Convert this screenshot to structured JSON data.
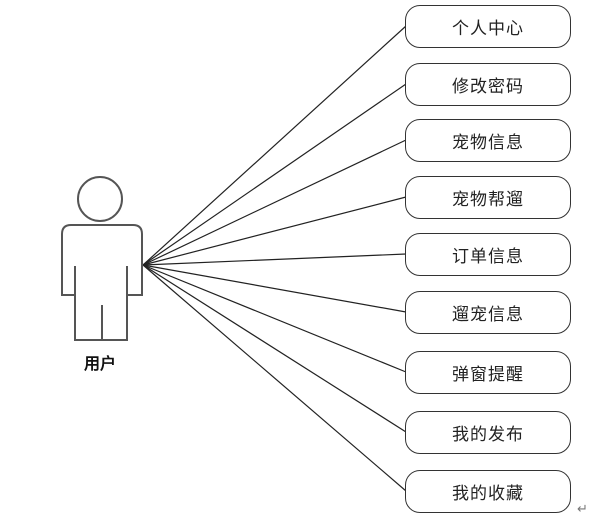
{
  "actor": {
    "label": "用户"
  },
  "use_cases": [
    "个人中心",
    "修改密码",
    "宠物信息",
    "宠物帮遛",
    "订单信息",
    "遛宠信息",
    "弹窗提醒",
    "我的发布",
    "我的收藏"
  ],
  "paragraph_mark": "↵",
  "colors": {
    "line": "#222222",
    "actor": "#555555"
  }
}
